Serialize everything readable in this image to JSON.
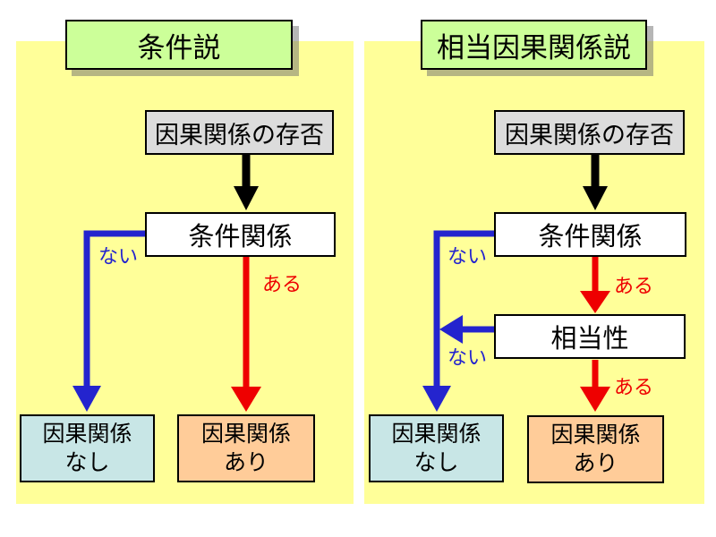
{
  "colors": {
    "panel_bg": "#FFFF99",
    "title_bg": "#CCFF99",
    "question_bg": "#DCDCDC",
    "decision_bg": "#FFFFFF",
    "result_no_bg": "#C8E6E6",
    "result_yes_bg": "#FFCC99",
    "arrow_black": "#000000",
    "arrow_blue": "#2424CE",
    "arrow_red": "#EE0000"
  },
  "left_panel": {
    "title": "条件説",
    "question": "因果関係の存否",
    "decision": "条件関係",
    "no_label": "ない",
    "yes_label": "ある",
    "result_no_line1": "因果関係",
    "result_no_line2": "なし",
    "result_yes_line1": "因果関係",
    "result_yes_line2": "あり"
  },
  "right_panel": {
    "title": "相当因果関係説",
    "question": "因果関係の存否",
    "decision1": "条件関係",
    "decision2": "相当性",
    "no_label1": "ない",
    "yes_label1": "ある",
    "no_label2": "ない",
    "yes_label2": "ある",
    "result_no_line1": "因果関係",
    "result_no_line2": "なし",
    "result_yes_line1": "因果関係",
    "result_yes_line2": "あり"
  }
}
